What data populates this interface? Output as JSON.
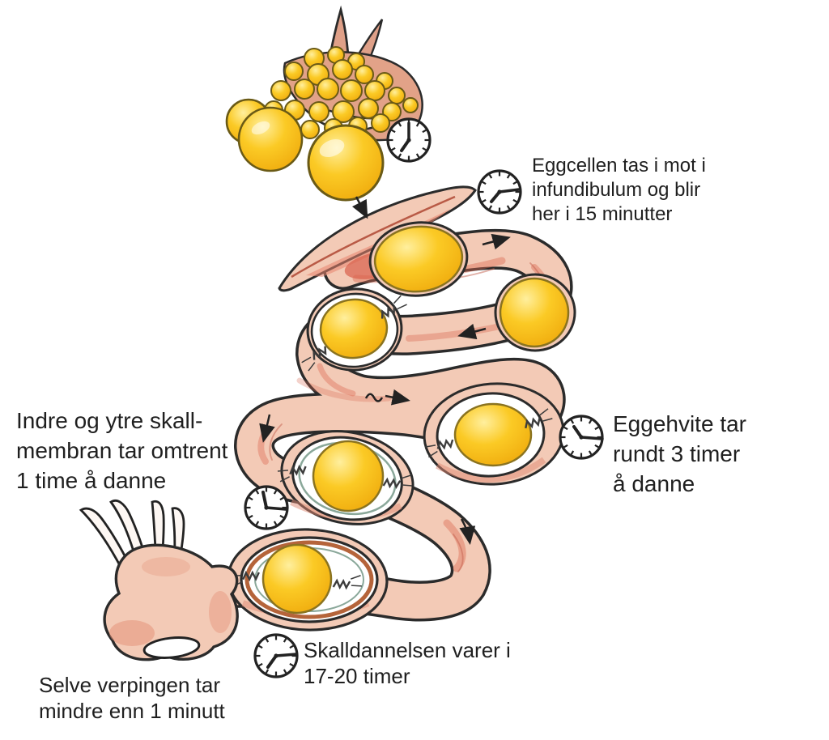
{
  "annotations": {
    "infundibulum": {
      "lines": [
        "Eggcellen tas i mot i",
        "infundibulum og blir",
        "her i 15 minutter"
      ]
    },
    "albumen": {
      "lines": [
        "Eggehvite tar",
        "rundt 3 timer",
        "å danne"
      ]
    },
    "shell_membrane": {
      "lines": [
        "Indre og ytre skall-",
        "membran tar omtrent",
        "1 time å danne"
      ]
    },
    "shell": {
      "lines": [
        "Skalldannelsen varer i",
        "17-20 timer"
      ]
    },
    "laying": {
      "lines": [
        "Selve verpingen tar",
        "mindre enn 1 minutt"
      ]
    }
  },
  "colors": {
    "yolk": "#F7C91F",
    "tube": "#F3CAB6",
    "tube-shade": "#DB6A52",
    "albumen": "#FFFFFF",
    "shell-ring": "#B5643A",
    "membrane-ring": "#8AA89A",
    "outline": "#2B2B2B",
    "text": "#1F1F1F"
  }
}
